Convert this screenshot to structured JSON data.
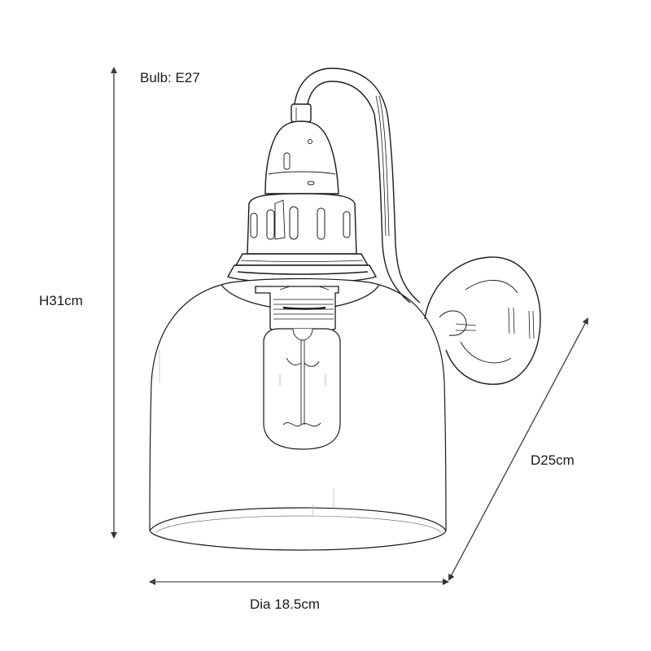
{
  "diagram": {
    "subject": "Wall lamp with glass bell shade",
    "labels": {
      "bulb": "Bulb: E27",
      "height": "H31cm",
      "diameter": "Dia 18.5cm",
      "depth": "D25cm"
    },
    "dimensions": {
      "height_cm": 31,
      "diameter_cm": 18.5,
      "depth_cm": 25,
      "bulb_fitting": "E27"
    },
    "colors": {
      "line": "#1a1a1a",
      "dimension_line": "#555555",
      "background": "#ffffff"
    },
    "parts": [
      "curved-arm",
      "cord-grip",
      "bell-cap",
      "vented-collar",
      "gallery-ring",
      "lampholder",
      "filament-bulb",
      "glass-shade",
      "wall-backplate"
    ]
  }
}
